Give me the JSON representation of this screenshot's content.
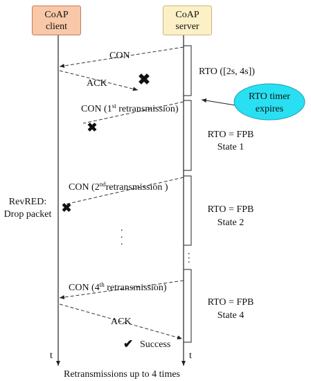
{
  "client": {
    "title_line1": "CoAP",
    "title_line2": "client",
    "fill": "#f8c8a8",
    "border": "#c87a52"
  },
  "server": {
    "title_line1": "CoAP",
    "title_line2": "server",
    "fill": "#fcf0c6",
    "border": "#c8b67a"
  },
  "axis_label_client": "t",
  "axis_label_server": "t",
  "messages": {
    "con_initial": "CON",
    "ack_lost": "ACK",
    "con_retx1_prefix": "CON (1",
    "con_retx1_sup": "st",
    "con_retx1_suffix": " retransmission)",
    "con_retx2_prefix": "CON (2",
    "con_retx2_sup": "nd",
    "con_retx2_suffix": "retransmission )",
    "con_retx4_prefix": "CON (4",
    "con_retx4_sup": "th",
    "con_retx4_suffix": " retransmission)",
    "ack_final": "ACK",
    "success": "Success"
  },
  "states": {
    "initial": "RTO ([2s, 4s])",
    "state1_line1": "RTO = FPB",
    "state1_line2": "State 1",
    "state2_line1": "RTO =  FPB",
    "state2_line2": "State 2",
    "state4_line1": "RTO =  FPB",
    "state4_line2": "State 4"
  },
  "callout": {
    "line1": "RTO timer",
    "line2": "expires",
    "fill": "#29e0f2",
    "border": "#1a9fb0"
  },
  "revred": {
    "line1": "RevRED:",
    "line2": "Drop packet"
  },
  "ellipsis_dot": ".",
  "footer": "Retransmissions up to 4 times"
}
